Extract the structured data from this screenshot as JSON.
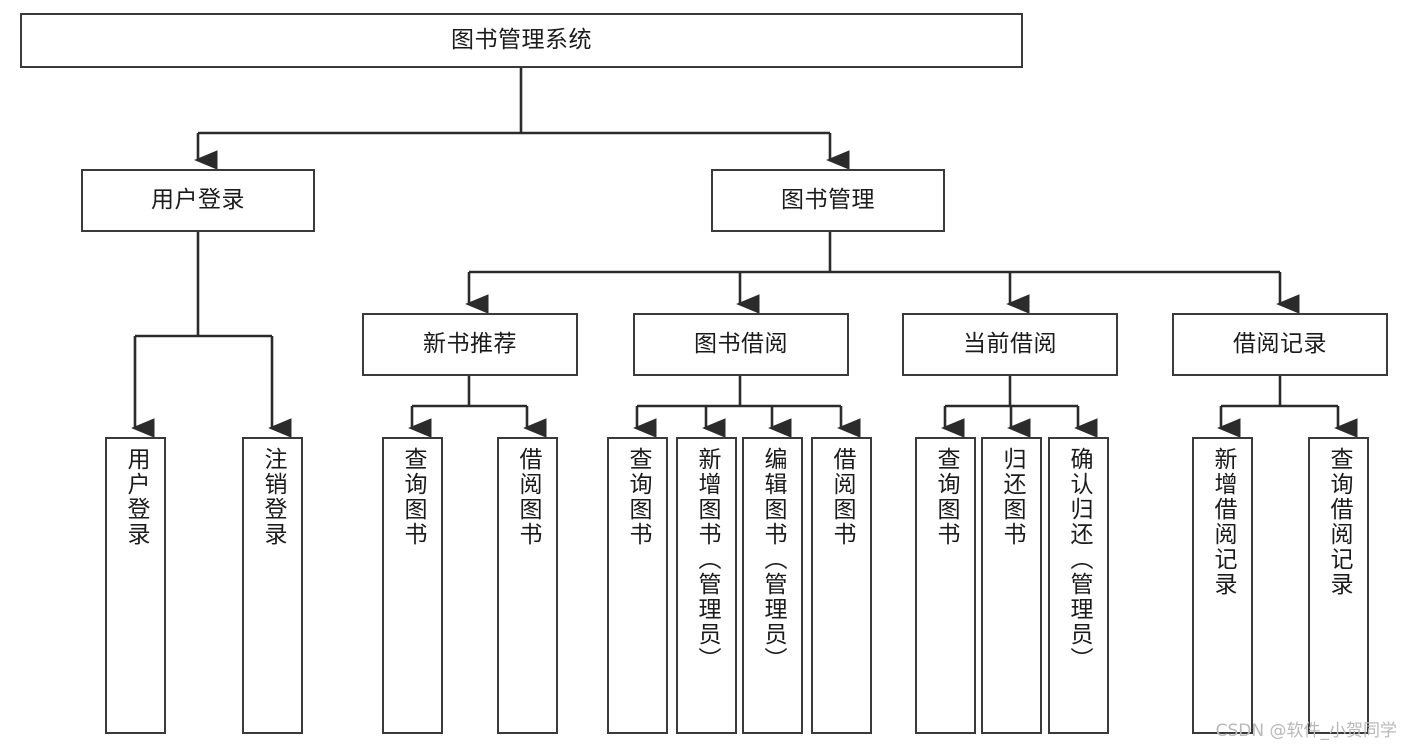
{
  "diagram": {
    "title": "图书管理系统",
    "type": "功能结构图",
    "watermark": "CSDN @软件_小贺同学",
    "colors": {
      "box_border": "#3a3a3a",
      "box_fill": "#ffffff",
      "edge": "#2b2b2b",
      "text": "#1b1b1b",
      "watermark": "#b9b9b9",
      "background": "#ffffff"
    },
    "nodes": {
      "root": {
        "label": "图书管理系统",
        "orientation": "horizontal"
      },
      "level2": [
        {
          "id": "user-login",
          "label": "用户登录",
          "orientation": "horizontal"
        },
        {
          "id": "book-manage",
          "label": "图书管理",
          "orientation": "horizontal"
        }
      ],
      "level3": [
        {
          "id": "new-book-recommend",
          "label": "新书推荐",
          "orientation": "horizontal"
        },
        {
          "id": "book-borrow",
          "label": "图书借阅",
          "orientation": "horizontal"
        },
        {
          "id": "current-borrow",
          "label": "当前借阅",
          "orientation": "horizontal"
        },
        {
          "id": "borrow-record",
          "label": "借阅记录",
          "orientation": "horizontal"
        }
      ],
      "leaves": [
        {
          "id": "leaf-user-login",
          "label": "用户登录",
          "parent": "user-login",
          "orientation": "vertical"
        },
        {
          "id": "leaf-user-logout",
          "label": "注销登录",
          "parent": "user-login",
          "orientation": "vertical"
        },
        {
          "id": "leaf-query-book-1",
          "label": "查询图书",
          "parent": "new-book-recommend",
          "orientation": "vertical"
        },
        {
          "id": "leaf-borrow-book-1",
          "label": "借阅图书",
          "parent": "new-book-recommend",
          "orientation": "vertical"
        },
        {
          "id": "leaf-query-book-2",
          "label": "查询图书",
          "parent": "book-borrow",
          "orientation": "vertical"
        },
        {
          "id": "leaf-add-book",
          "label": "新增图书（管理员）",
          "parent": "book-borrow",
          "orientation": "vertical"
        },
        {
          "id": "leaf-edit-book",
          "label": "编辑图书（管理员）",
          "parent": "book-borrow",
          "orientation": "vertical"
        },
        {
          "id": "leaf-borrow-book-2",
          "label": "借阅图书",
          "parent": "book-borrow",
          "orientation": "vertical"
        },
        {
          "id": "leaf-query-book-3",
          "label": "查询图书",
          "parent": "current-borrow",
          "orientation": "vertical"
        },
        {
          "id": "leaf-return-book",
          "label": "归还图书",
          "parent": "current-borrow",
          "orientation": "vertical"
        },
        {
          "id": "leaf-confirm-return",
          "label": "确认归还（管理员）",
          "parent": "current-borrow",
          "orientation": "vertical"
        },
        {
          "id": "leaf-add-record",
          "label": "新增借阅记录",
          "parent": "borrow-record",
          "orientation": "vertical"
        },
        {
          "id": "leaf-query-record",
          "label": "查询借阅记录",
          "parent": "borrow-record",
          "orientation": "vertical"
        }
      ]
    }
  }
}
